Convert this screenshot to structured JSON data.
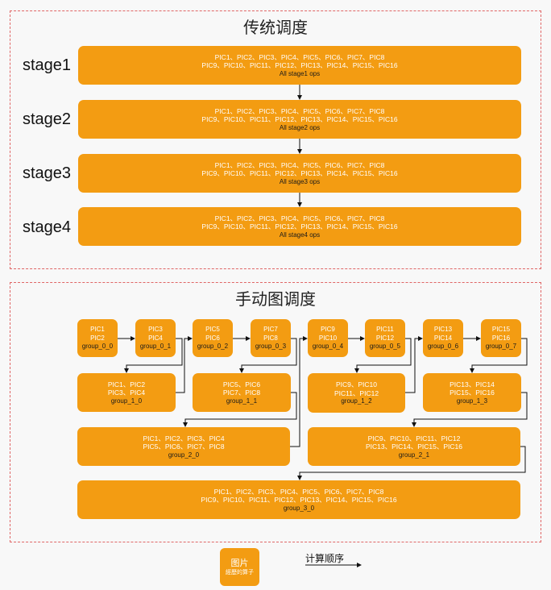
{
  "traditional": {
    "title": "传统调度",
    "stages": [
      {
        "label": "stage1",
        "pics1": "PIC1、PIC2、PIC3、PIC4、PIC5、PIC6、PIC7、PIC8",
        "pics2": "PIC9、PIC10、PIC11、PIC12、PIC13、PIC14、PIC15、PIC16",
        "ops": "All stage1 ops"
      },
      {
        "label": "stage2",
        "pics1": "PIC1、PIC2、PIC3、PIC4、PIC5、PIC6、PIC7、PIC8",
        "pics2": "PIC9、PIC10、PIC11、PIC12、PIC13、PIC14、PIC15、PIC16",
        "ops": "All stage2 ops"
      },
      {
        "label": "stage3",
        "pics1": "PIC1、PIC2、PIC3、PIC4、PIC5、PIC6、PIC7、PIC8",
        "pics2": "PIC9、PIC10、PIC11、PIC12、PIC13、PIC14、PIC15、PIC16",
        "ops": "All stage3 ops"
      },
      {
        "label": "stage4",
        "pics1": "PIC1、PIC2、PIC3、PIC4、PIC5、PIC6、PIC7、PIC8",
        "pics2": "PIC9、PIC10、PIC11、PIC12、PIC13、PIC14、PIC15、PIC16",
        "ops": "All stage4 ops"
      }
    ]
  },
  "manual": {
    "title": "手动图调度",
    "row0": [
      {
        "l1": "PIC1",
        "l2": "PIC2",
        "name": "group_0_0"
      },
      {
        "l1": "PIC3",
        "l2": "PIC4",
        "name": "group_0_1"
      },
      {
        "l1": "PIC5",
        "l2": "PIC6",
        "name": "group_0_2"
      },
      {
        "l1": "PIC7",
        "l2": "PIC8",
        "name": "group_0_3"
      },
      {
        "l1": "PIC9",
        "l2": "PIC10",
        "name": "group_0_4"
      },
      {
        "l1": "PIC11",
        "l2": "PIC12",
        "name": "group_0_5"
      },
      {
        "l1": "PIC13",
        "l2": "PIC14",
        "name": "group_0_6"
      },
      {
        "l1": "PIC15",
        "l2": "PIC16",
        "name": "group_0_7"
      }
    ],
    "row1": [
      {
        "l1": "PIC1、PIC2",
        "l2": "PIC3、PIC4",
        "name": "group_1_0"
      },
      {
        "l1": "PIC5、PIC6",
        "l2": "PIC7、PIC8",
        "name": "group_1_1"
      },
      {
        "l1": "PIC9、PIC10",
        "l2": "PIC11、PIC12",
        "name": "group_1_2"
      },
      {
        "l1": "PIC13、PIC14",
        "l2": "PIC15、PIC16",
        "name": "group_1_3"
      }
    ],
    "row2": [
      {
        "l1": "PIC1、PIC2、PIC3、PIC4",
        "l2": "PIC5、PIC6、PIC7、PIC8",
        "name": "group_2_0"
      },
      {
        "l1": "PIC9、PIC10、PIC11、PIC12",
        "l2": "PIC13、PIC14、PIC15、PIC16",
        "name": "group_2_1"
      }
    ],
    "row3": {
      "l1": "PIC1、PIC2、PIC3、PIC4、PIC5、PIC6、PIC7、PIC8",
      "l2": "PIC9、PIC10、PIC11、PIC12、PIC13、PIC14、PIC15、PIC16",
      "name": "group_3_0"
    }
  },
  "legend": {
    "box_title": "图片",
    "box_sub": "經歷的算子",
    "order_label": "计算顺序"
  },
  "colors": {
    "box_fill": "#f39c12",
    "border": "#e06666"
  }
}
